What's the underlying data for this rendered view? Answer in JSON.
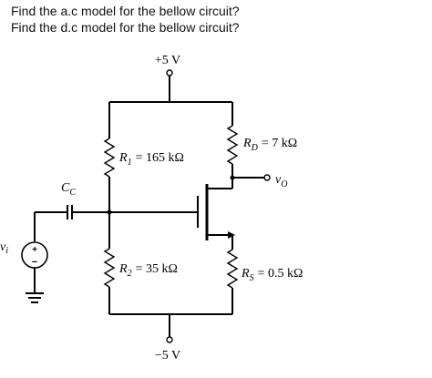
{
  "questions": {
    "q1": "Find the a.c model for the bellow circuit?",
    "q2": "Find the d.c model for the bellow circuit?"
  },
  "circuit": {
    "vplus": "+5 V",
    "vminus": "−5 V",
    "r1": {
      "sym": "R",
      "sub": "1",
      "val": "= 165 kΩ"
    },
    "r2": {
      "sym": "R",
      "sub": "2",
      "val": "= 35 kΩ"
    },
    "rd": {
      "sym": "R",
      "sub": "D",
      "val": "= 7 kΩ"
    },
    "rs": {
      "sym": "R",
      "sub": "S",
      "val": "= 0.5 kΩ"
    },
    "cc": {
      "sym": "C",
      "sub": "C"
    },
    "vo": {
      "sym": "v",
      "sub": "O"
    },
    "vi": {
      "sym": "v",
      "sub": "i"
    },
    "source_plus": "+",
    "source_minus": "−"
  },
  "colors": {
    "line": "#000000",
    "text": "#111111",
    "background": "#ffffff"
  }
}
